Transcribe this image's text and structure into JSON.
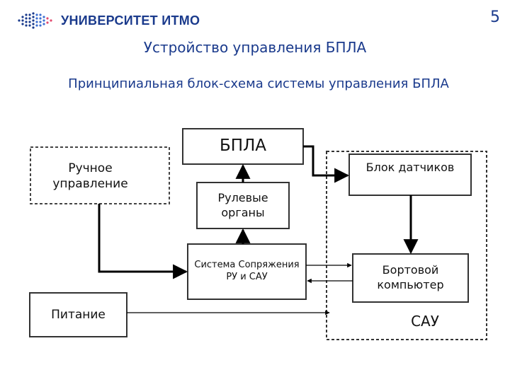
{
  "header": {
    "logo_text": "УНИВЕРСИТЕТ ИТМО",
    "page_number": "5"
  },
  "title": "Устройство управления БПЛА",
  "subtitle": "Принципиальная блок-схема системы управления БПЛА",
  "diagram": {
    "nodes": {
      "bpla": "БПЛА",
      "manual_control": "Ручное управление",
      "actuators": "Рулевые органы",
      "interface_system": "Система Сопряжения РУ и САУ",
      "sensor_block": "Блок датчиков",
      "onboard_computer": "Бортовой компьютер",
      "power": "Питание"
    },
    "group_label": "САУ"
  },
  "colors": {
    "brand_blue": "#1a3a8c",
    "box_border": "#333333",
    "line": "#000000"
  }
}
